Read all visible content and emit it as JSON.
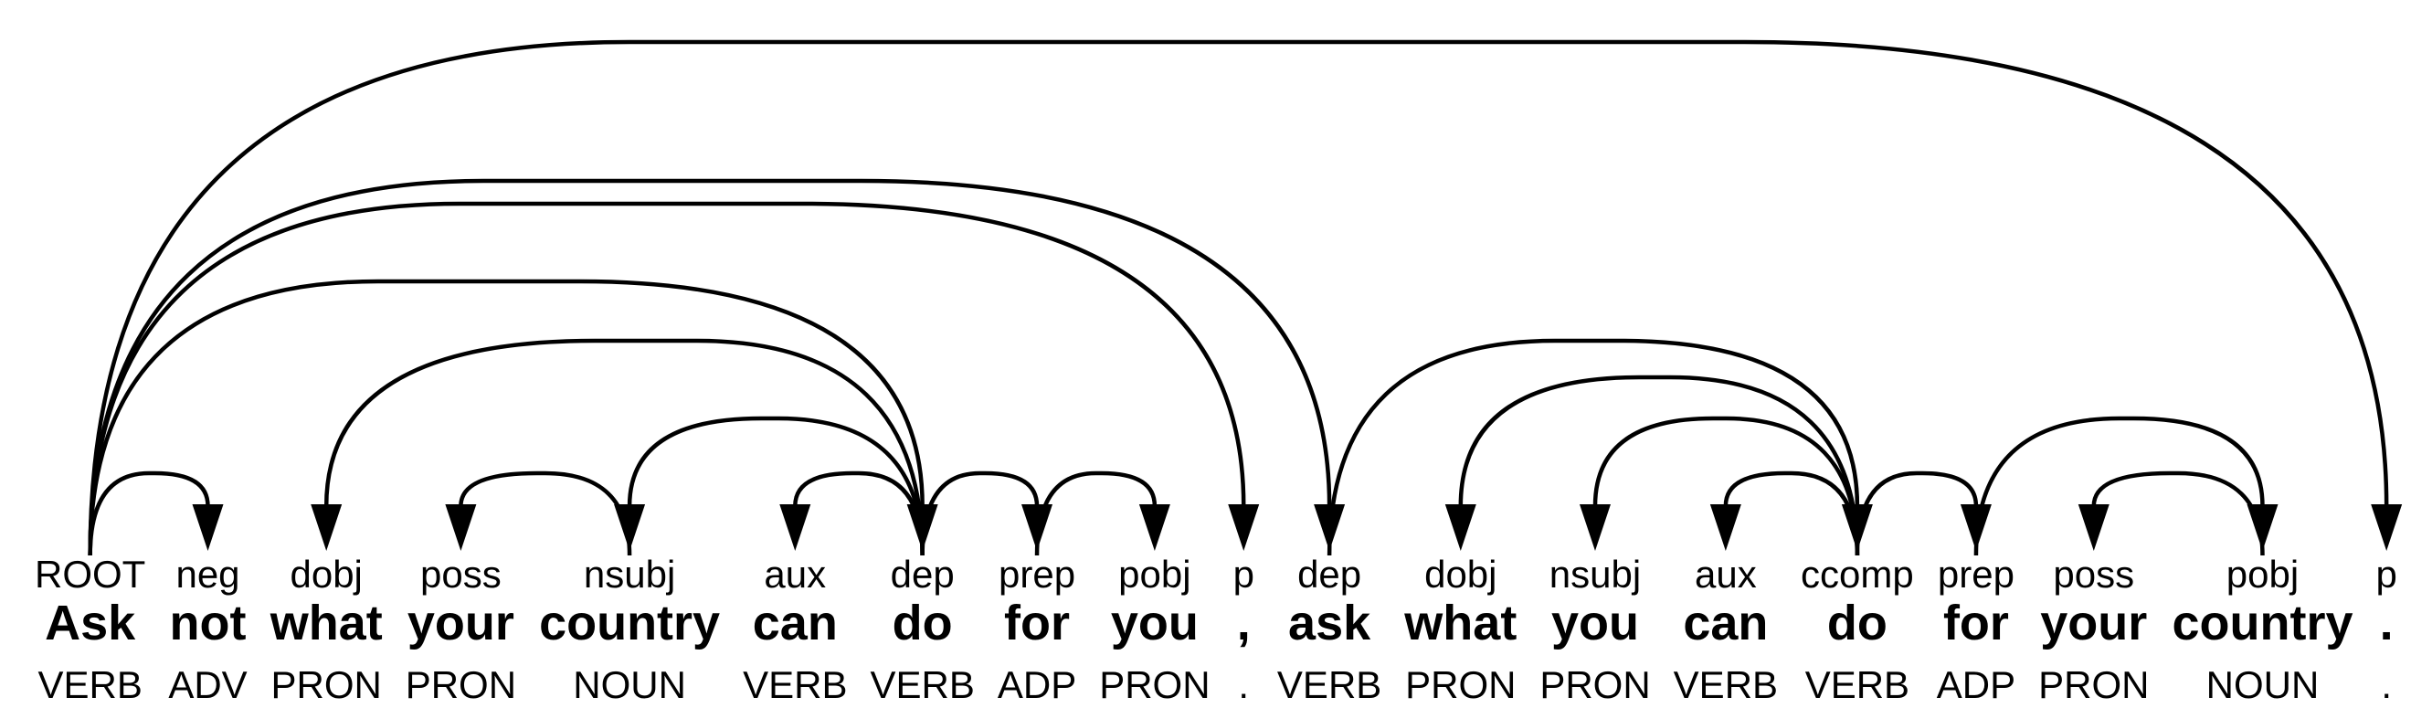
{
  "title": "Dependency parse diagram",
  "colors": {
    "background": "#ffffff",
    "ink": "#000000"
  },
  "sentence": "Ask not what your country can do for you , ask what you can do for your country .",
  "tokens": [
    {
      "text": "Ask",
      "dep": "ROOT",
      "pos": "VERB"
    },
    {
      "text": "not",
      "dep": "neg",
      "pos": "ADV"
    },
    {
      "text": "what",
      "dep": "dobj",
      "pos": "PRON"
    },
    {
      "text": "your",
      "dep": "poss",
      "pos": "PRON"
    },
    {
      "text": "country",
      "dep": "nsubj",
      "pos": "NOUN"
    },
    {
      "text": "can",
      "dep": "aux",
      "pos": "VERB"
    },
    {
      "text": "do",
      "dep": "dep",
      "pos": "VERB"
    },
    {
      "text": "for",
      "dep": "prep",
      "pos": "ADP"
    },
    {
      "text": "you",
      "dep": "pobj",
      "pos": "PRON"
    },
    {
      "text": ",",
      "dep": "p",
      "pos": "."
    },
    {
      "text": "ask",
      "dep": "dep",
      "pos": "VERB"
    },
    {
      "text": "what",
      "dep": "dobj",
      "pos": "PRON"
    },
    {
      "text": "you",
      "dep": "nsubj",
      "pos": "PRON"
    },
    {
      "text": "can",
      "dep": "aux",
      "pos": "VERB"
    },
    {
      "text": "do",
      "dep": "ccomp",
      "pos": "VERB"
    },
    {
      "text": "for",
      "dep": "prep",
      "pos": "ADP"
    },
    {
      "text": "your",
      "dep": "poss",
      "pos": "PRON"
    },
    {
      "text": "country",
      "dep": "pobj",
      "pos": "NOUN"
    },
    {
      "text": ".",
      "dep": "p",
      "pos": "."
    }
  ],
  "root_index": 0,
  "edges": [
    {
      "head": 0,
      "dep": 1,
      "label": "neg"
    },
    {
      "head": 6,
      "dep": 2,
      "label": "dobj"
    },
    {
      "head": 4,
      "dep": 3,
      "label": "poss"
    },
    {
      "head": 6,
      "dep": 4,
      "label": "nsubj"
    },
    {
      "head": 6,
      "dep": 5,
      "label": "aux"
    },
    {
      "head": 0,
      "dep": 6,
      "label": "dep"
    },
    {
      "head": 6,
      "dep": 7,
      "label": "prep"
    },
    {
      "head": 7,
      "dep": 8,
      "label": "pobj"
    },
    {
      "head": 0,
      "dep": 9,
      "label": "p"
    },
    {
      "head": 0,
      "dep": 10,
      "label": "dep"
    },
    {
      "head": 14,
      "dep": 11,
      "label": "dobj"
    },
    {
      "head": 14,
      "dep": 12,
      "label": "nsubj"
    },
    {
      "head": 14,
      "dep": 13,
      "label": "aux"
    },
    {
      "head": 10,
      "dep": 14,
      "label": "ccomp"
    },
    {
      "head": 14,
      "dep": 15,
      "label": "prep"
    },
    {
      "head": 17,
      "dep": 16,
      "label": "poss"
    },
    {
      "head": 15,
      "dep": 17,
      "label": "pobj"
    },
    {
      "head": 0,
      "dep": 18,
      "label": "p"
    }
  ]
}
